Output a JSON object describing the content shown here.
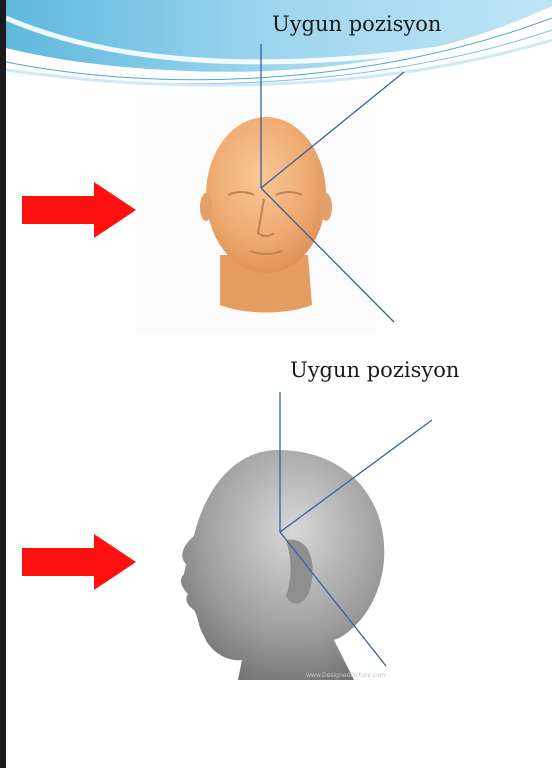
{
  "slide": {
    "captions": {
      "top": "Uygun pozisyon",
      "bottom": "Uygun pozisyon"
    },
    "icons": {
      "arrow": "right-arrow-icon"
    },
    "colors": {
      "arrow": "#ff1010",
      "guide_line": "#3b5fa0",
      "mannequin": "#f2b27a",
      "gray_head": "#9a9a9a",
      "banner": "#7fc6e4"
    },
    "watermark": "www.DesignedPicture.com"
  }
}
